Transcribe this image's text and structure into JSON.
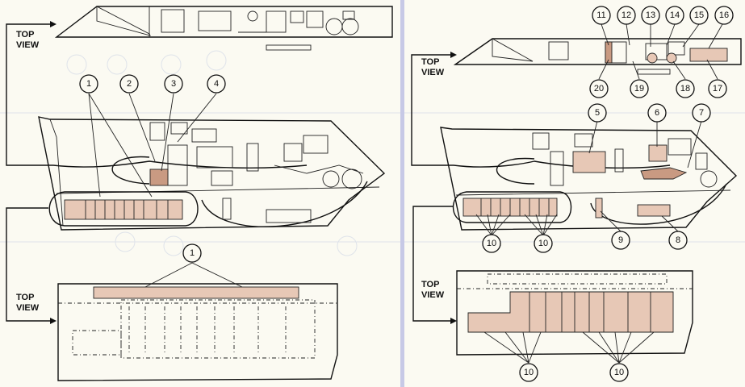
{
  "colors": {
    "paper": "#fbfaf2",
    "divider": "#c7c9e6",
    "highlight": "#e7c8b6",
    "highlight_dark": "#c99a82",
    "ink": "#111111"
  },
  "left_panel": {
    "top_view_labels": [
      "TOP\nVIEW",
      "TOP\nVIEW"
    ],
    "callouts": [
      "1",
      "2",
      "3",
      "4",
      "1"
    ]
  },
  "right_panel": {
    "top_view_labels": [
      "TOP\nVIEW",
      "TOP\nVIEW"
    ],
    "callouts": [
      "11",
      "12",
      "13",
      "14",
      "15",
      "16",
      "20",
      "19",
      "18",
      "17",
      "5",
      "6",
      "7",
      "9",
      "8",
      "10",
      "10",
      "10",
      "10"
    ]
  },
  "labels": {
    "top": "TOP",
    "view": "VIEW"
  }
}
